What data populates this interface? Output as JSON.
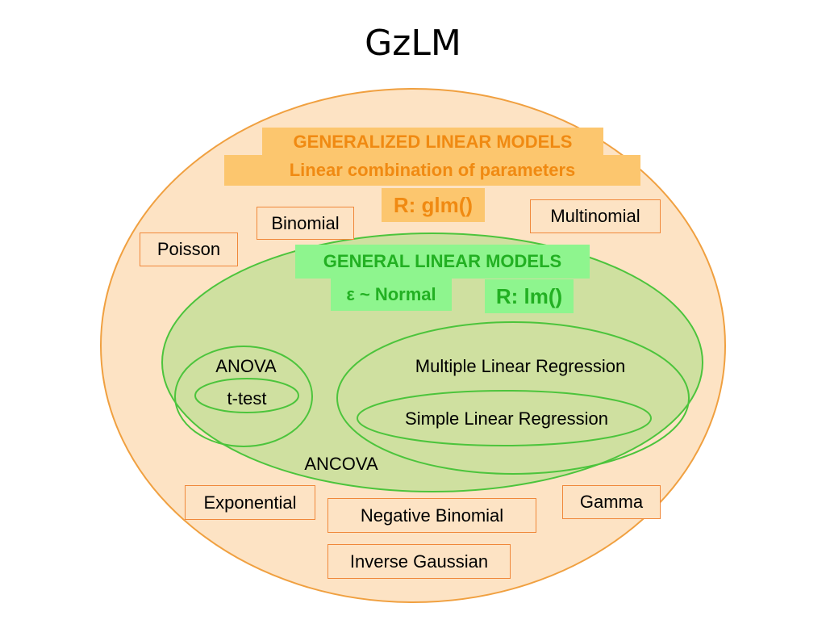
{
  "title": "GzLM",
  "generalized": {
    "heading": "GENERALIZED LINEAR MODELS",
    "subheading": "Linear combination of parameters",
    "r_function": "R: glm()"
  },
  "general": {
    "heading": "GENERAL LINEAR MODELS",
    "error": "ε ~ Normal",
    "r_function": "R: lm()"
  },
  "models": {
    "anova": "ANOVA",
    "ttest": "t-test",
    "mlr": "Multiple Linear Regression",
    "slr": "Simple Linear Regression",
    "ancova": "ANCOVA"
  },
  "distributions": {
    "binomial": "Binomial",
    "multinomial": "Multinomial",
    "poisson": "Poisson",
    "exponential": "Exponential",
    "gamma": "Gamma",
    "negative_binomial": "Negative Binomial",
    "inverse_gaussian": "Inverse Gaussian"
  },
  "colors": {
    "outer_fill": "#fde3c4",
    "outer_stroke": "#f0a040",
    "inner_fill": "#cfe0a0",
    "inner_stroke": "#4cc43c"
  }
}
